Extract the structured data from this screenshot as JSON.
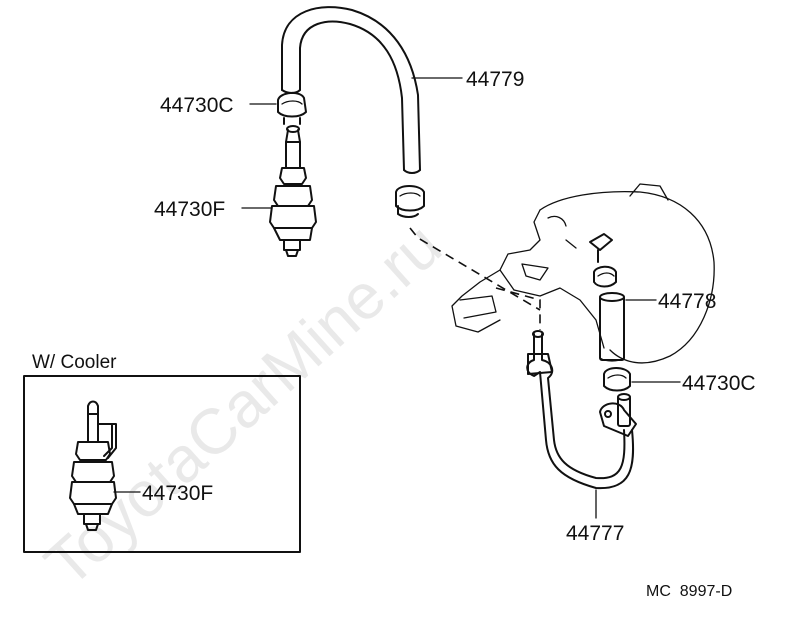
{
  "watermark": "ToyotaCarMine.ru",
  "drawing_code": "MC  8997-D",
  "inset": {
    "title": "W/ Cooler"
  },
  "parts": {
    "hose_top": "44779",
    "clamp_left": "44730C",
    "valve_left": "44730F",
    "hose_right": "44778",
    "clamp_right": "44730C",
    "pipe": "44777",
    "valve_inset": "44730F"
  },
  "colors": {
    "ink": "#111111",
    "watermark": "#d8d8d8",
    "background": "#ffffff"
  }
}
